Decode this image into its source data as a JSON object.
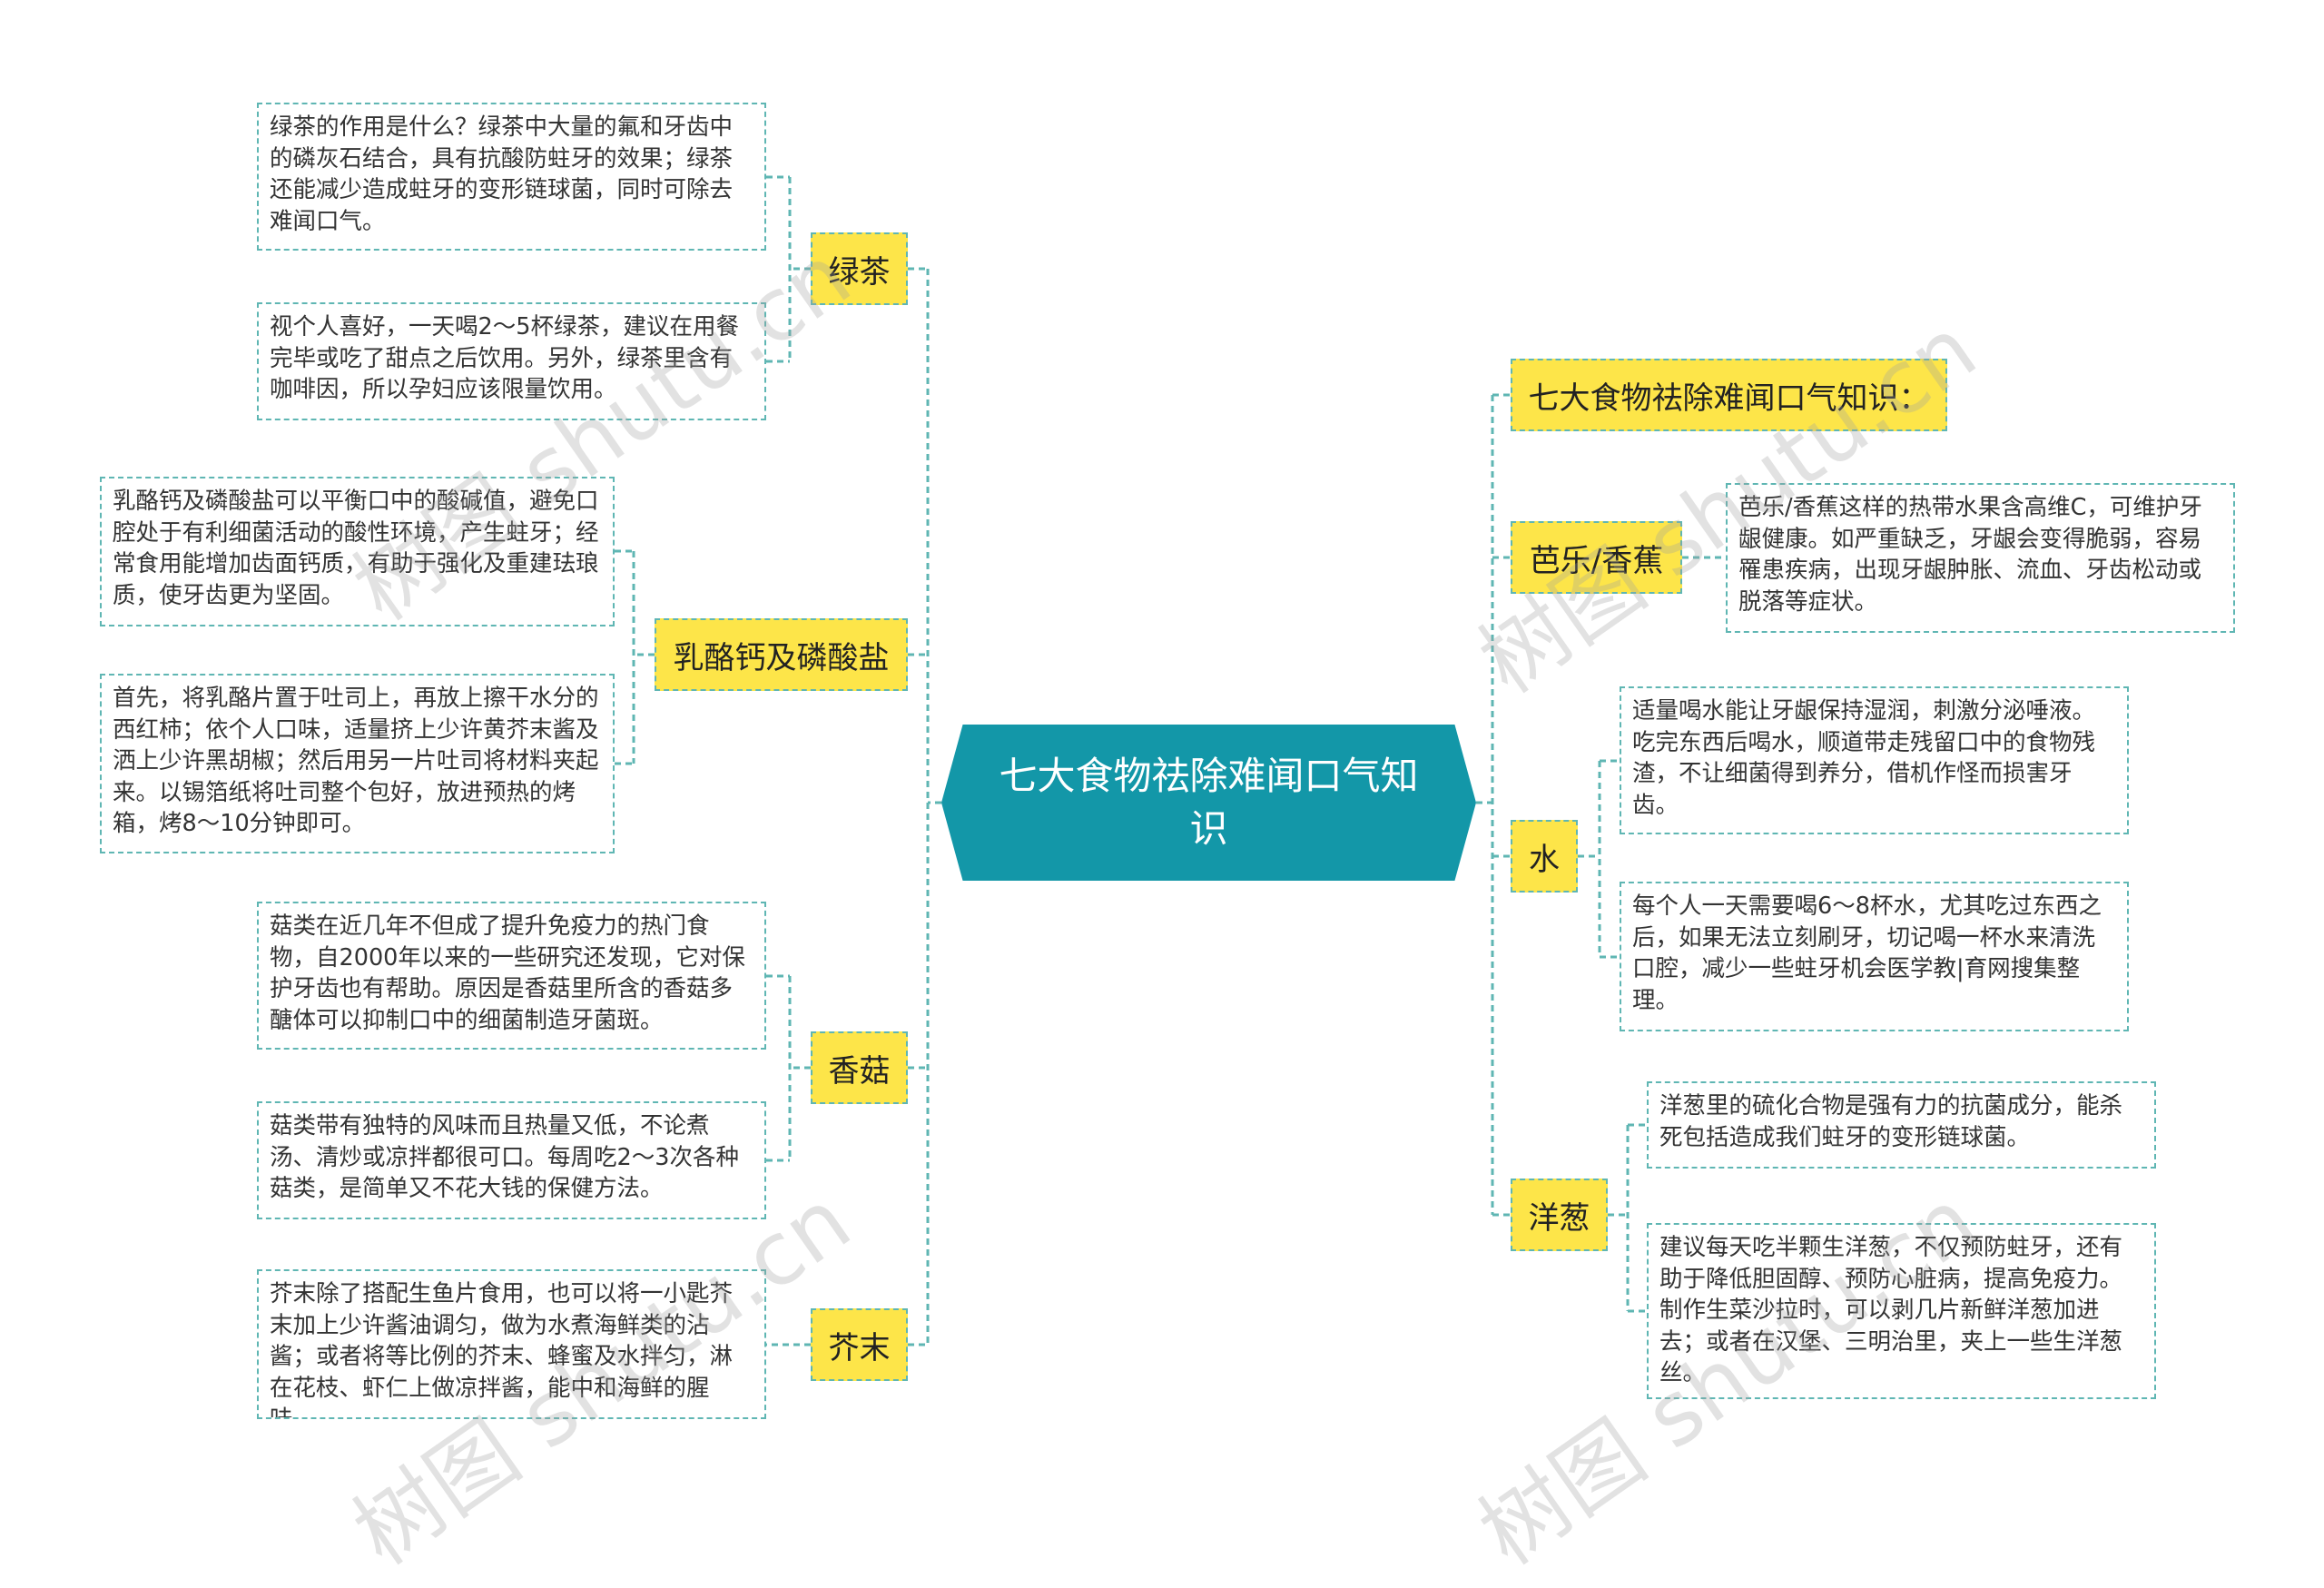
{
  "center": {
    "title": "七大食物祛除难闻口气知识"
  },
  "left": [
    {
      "id": "green-tea",
      "label": "绿茶",
      "notes": [
        "绿茶的作用是什么？绿茶中大量的氟和牙齿中的磷灰石结合，具有抗酸防蛀牙的效果；绿茶还能减少造成蛀牙的变形链球菌，同时可除去难闻口气。",
        "视个人喜好，一天喝2～5杯绿茶，建议在用餐完毕或吃了甜点之后饮用。另外，绿茶里含有咖啡因，所以孕妇应该限量饮用。"
      ]
    },
    {
      "id": "cheese",
      "label": "乳酪钙及磷酸盐",
      "notes": [
        "乳酪钙及磷酸盐可以平衡口中的酸碱值，避免口腔处于有利细菌活动的酸性环境，产生蛀牙；经常食用能增加齿面钙质，有助于强化及重建珐琅质，使牙齿更为坚固。",
        "首先，将乳酪片置于吐司上，再放上擦干水分的西红柿；依个人口味，适量挤上少许黄芥末酱及洒上少许黑胡椒；然后用另一片吐司将材料夹起来。以锡箔纸将吐司整个包好，放进预热的烤箱，烤8～10分钟即可。"
      ]
    },
    {
      "id": "mushroom",
      "label": "香菇",
      "notes": [
        "菇类在近几年不但成了提升免疫力的热门食物，自2000年以来的一些研究还发现，它对保护牙齿也有帮助。原因是香菇里所含的香菇多醣体可以抑制口中的细菌制造牙菌斑。",
        "菇类带有独特的风味而且热量又低，不论煮汤、清炒或凉拌都很可口。每周吃2～3次各种菇类，是简单又不花大钱的保健方法。"
      ]
    },
    {
      "id": "wasabi",
      "label": "芥末",
      "notes": [
        "芥末除了搭配生鱼片食用，也可以将一小匙芥末加上少许酱油调匀，做为水煮海鲜类的沾酱；或者将等比例的芥末、蜂蜜及水拌匀，淋在花枝、虾仁上做凉拌酱，能中和海鲜的腥味。"
      ]
    }
  ],
  "right": [
    {
      "id": "intro",
      "label": "七大食物祛除难闻口气知识：",
      "notes": []
    },
    {
      "id": "guava-banana",
      "label": "芭乐/香蕉",
      "notes": [
        "芭乐/香蕉这样的热带水果含高维C，可维护牙龈健康。如严重缺乏，牙龈会变得脆弱，容易罹患疾病，出现牙龈肿胀、流血、牙齿松动或脱落等症状。"
      ]
    },
    {
      "id": "water",
      "label": "水",
      "notes": [
        "适量喝水能让牙龈保持湿润，刺激分泌唾液。吃完东西后喝水，顺道带走残留口中的食物残渣，不让细菌得到养分，借机作怪而损害牙齿。",
        "每个人一天需要喝6～8杯水，尤其吃过东西之后，如果无法立刻刷牙，切记喝一杯水来清洗口腔，减少一些蛀牙机会医学教|育网搜集整理。"
      ]
    },
    {
      "id": "onion",
      "label": "洋葱",
      "notes": [
        "洋葱里的硫化合物是强有力的抗菌成分，能杀死包括造成我们蛀牙的变形链球菌。",
        "建议每天吃半颗生洋葱，不仅预防蛀牙，还有助于降低胆固醇、预防心脏病，提高免疫力。制作生菜沙拉时，可以剥几片新鲜洋葱加进去；或者在汉堡、三明治里，夹上一些生洋葱丝。"
      ]
    }
  ],
  "watermark": {
    "text": "树图 shutu.cn"
  },
  "colors": {
    "center": "#1397a8",
    "topic": "#fde549",
    "line": "#5fb6b3"
  }
}
